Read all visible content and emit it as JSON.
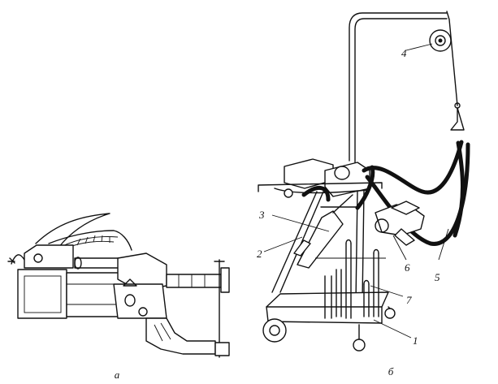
{
  "panels": {
    "a": {
      "label": "а"
    },
    "b": {
      "label": "б"
    }
  },
  "callouts": [
    "1",
    "2",
    "3",
    "4",
    "5",
    "6",
    "7"
  ]
}
